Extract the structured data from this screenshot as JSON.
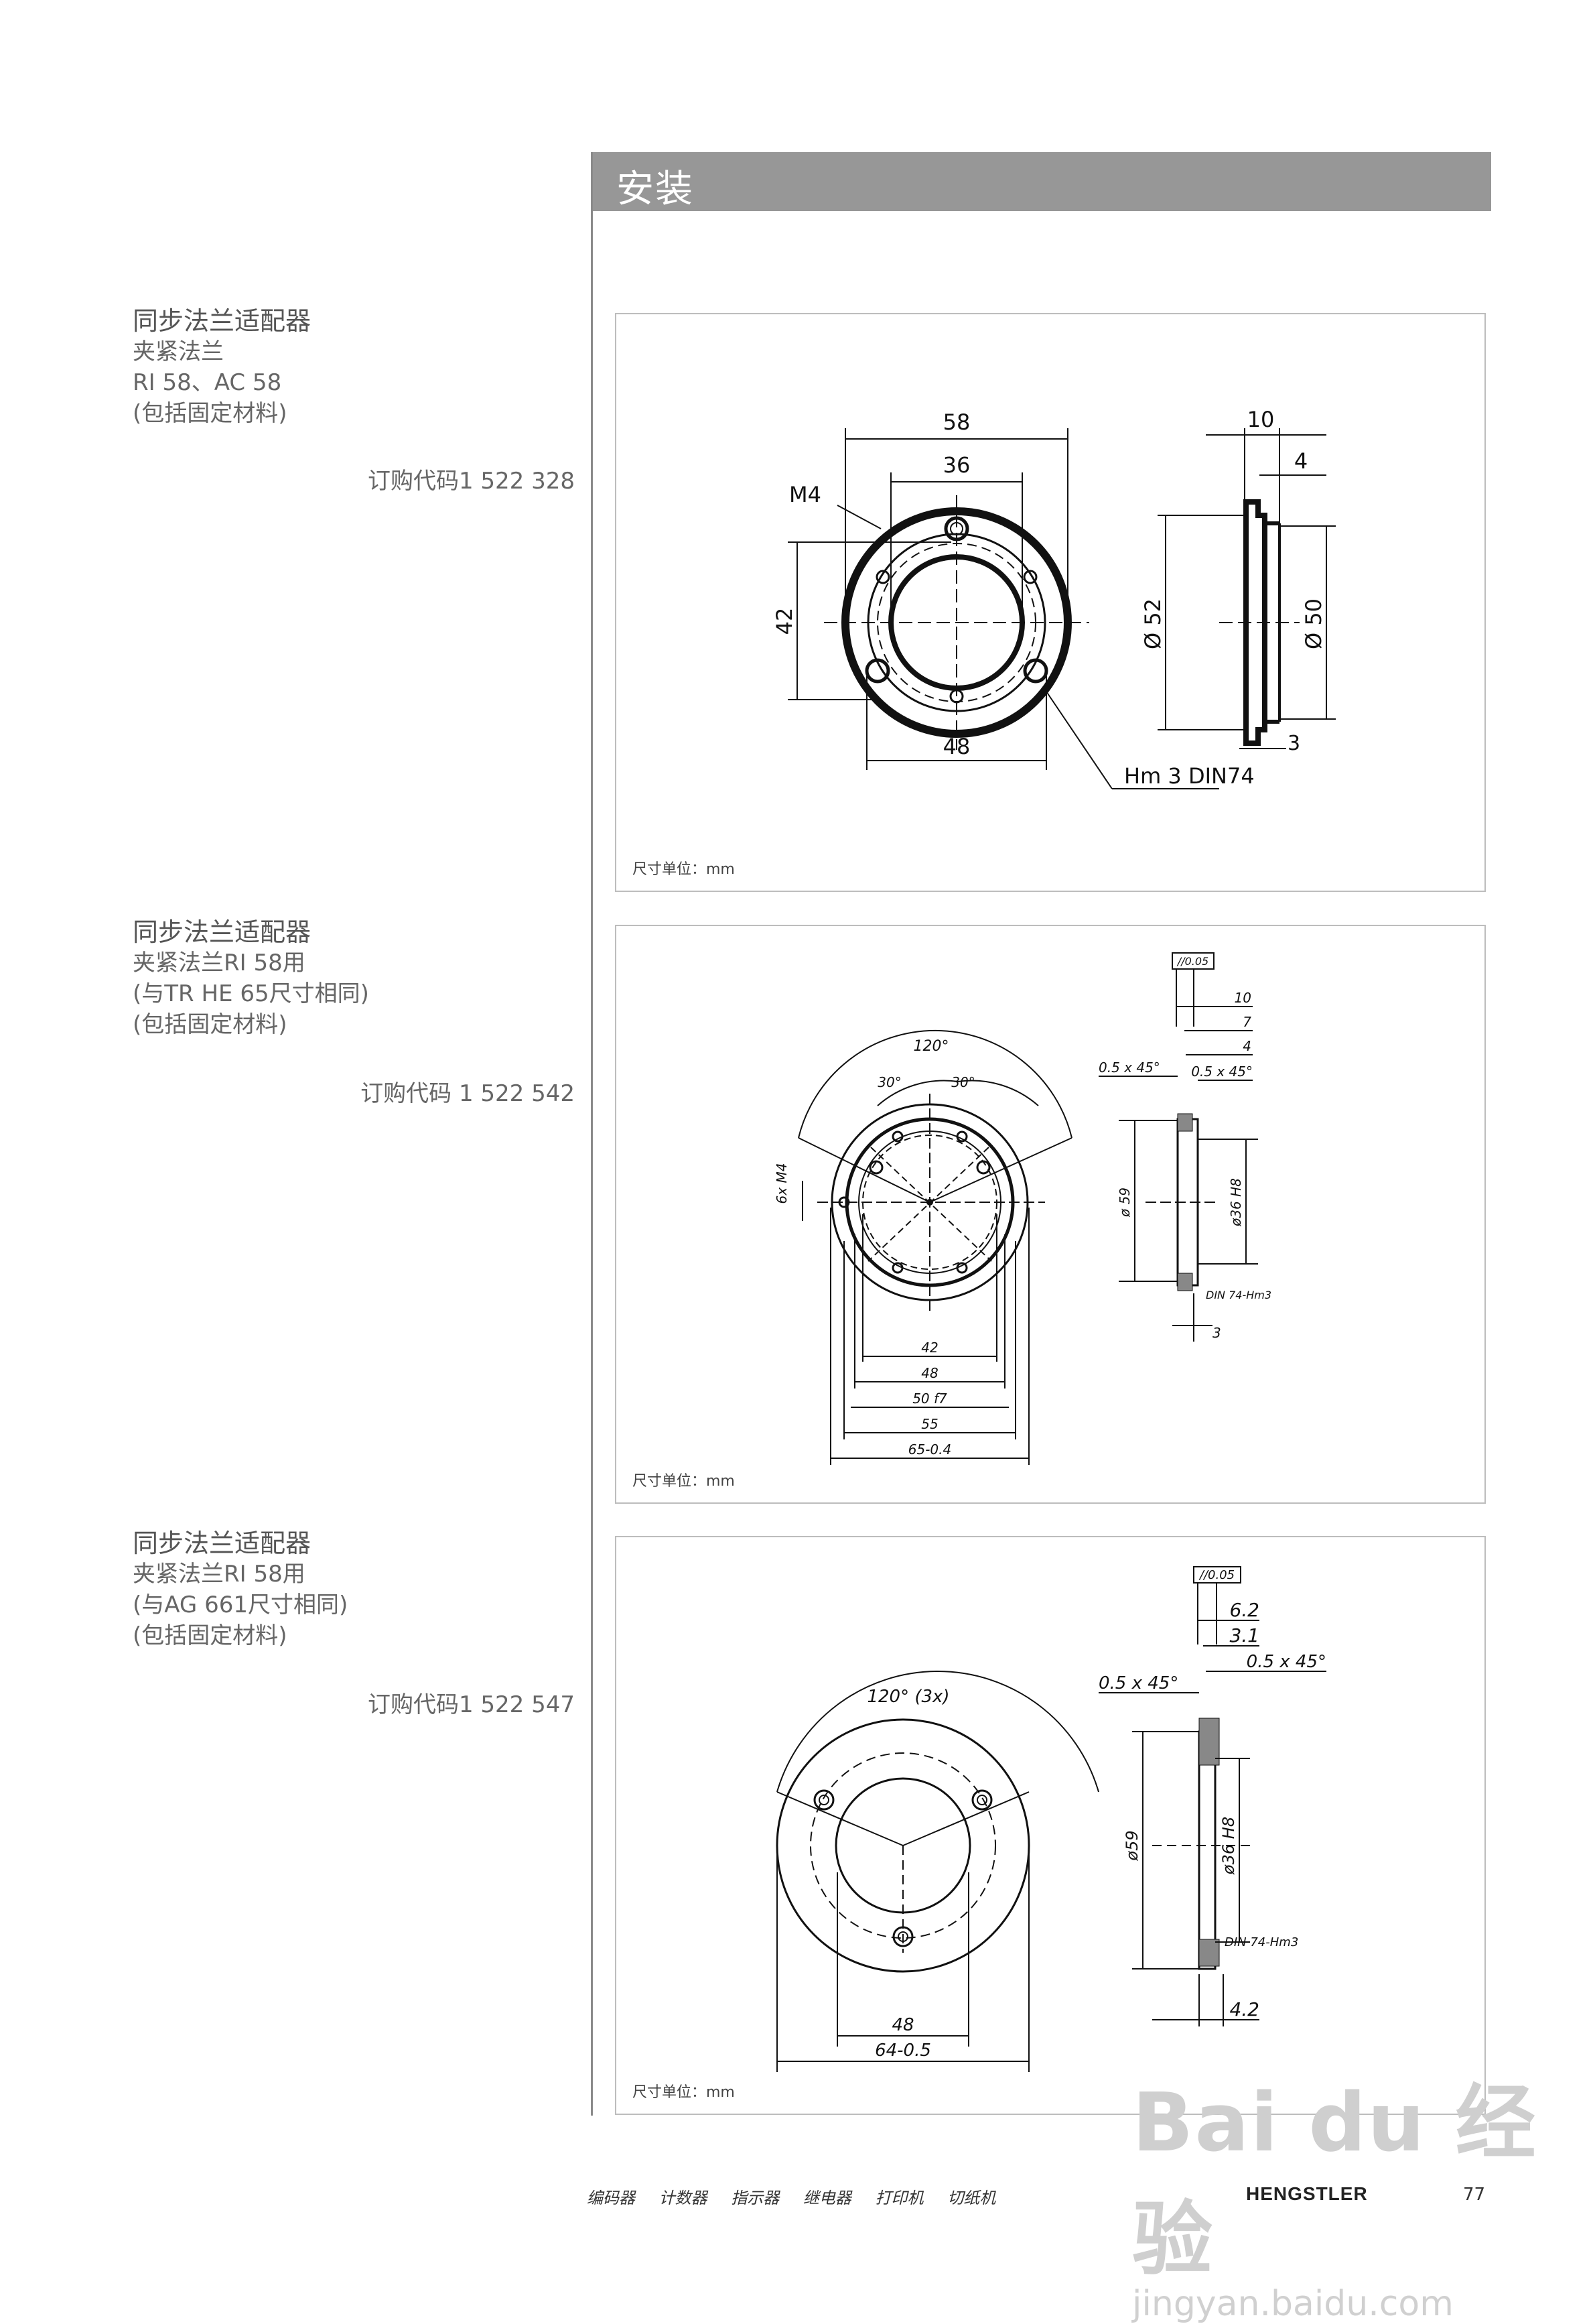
{
  "header": {
    "title": "安装"
  },
  "products": [
    {
      "title": "同步法兰适配器",
      "lines": [
        "夹紧法兰",
        "RI 58、AC 58",
        "(包括固定材料)"
      ],
      "order_code": "订购代码1 522 328"
    },
    {
      "title": "同步法兰适配器",
      "lines": [
        "夹紧法兰RI 58用",
        "(与TR HE 65尺寸相同)",
        "(包括固定材料)"
      ],
      "order_code": "订购代码 1 522 542"
    },
    {
      "title": "同步法兰适配器",
      "lines": [
        "夹紧法兰RI 58用",
        "(与AG 661尺寸相同)",
        "(包括固定材料)"
      ],
      "order_code": "订购代码1 522 547"
    }
  ],
  "drawings": [
    {
      "unit_note": "尺寸单位：mm",
      "labels": {
        "d58": "58",
        "d36": "36",
        "m4": "M4",
        "d42": "42",
        "d48": "48",
        "d10": "10",
        "d4": "4",
        "phi52": "Ø 52",
        "phi50": "Ø 50",
        "d3": "3",
        "hm3": "Hm 3 DIN74"
      }
    },
    {
      "unit_note": "尺寸单位：mm",
      "labels": {
        "a120": "120°",
        "a30l": "30°",
        "a30r": "30°",
        "m4": "6x M4",
        "d42": "42",
        "d48": "48",
        "d50": "50 f7",
        "d55": "55",
        "d65": "65-0.4",
        "par": "//0.05",
        "d10": "10",
        "d7": "7",
        "d4": "4",
        "ch1": "0.5 x 45°",
        "ch2": "0.5 x 45°",
        "phi59": "ø 59",
        "phi36": "ø36 H8",
        "din": "DIN 74-Hm3",
        "d3": "3"
      }
    },
    {
      "unit_note": "尺寸单位：mm",
      "labels": {
        "a120": "120° (3x)",
        "d48": "48",
        "d64": "64-0.5",
        "par": "//0.05",
        "d62": "6.2",
        "d31": "3.1",
        "ch1": "0.5 x 45°",
        "ch2": "0.5 x 45°",
        "phi59": "ø59",
        "phi36": "ø36 H8",
        "din": "DIN 74-Hm3",
        "d42": "4.2"
      }
    }
  ],
  "footer": {
    "categories": [
      "编码器",
      "计数器",
      "指示器",
      "继电器",
      "打印机",
      "切纸机"
    ],
    "brand": "HENGSTLER",
    "page": "77"
  },
  "watermark": {
    "logo": "Bai du 经验",
    "url": "jingyan.baidu.com"
  }
}
